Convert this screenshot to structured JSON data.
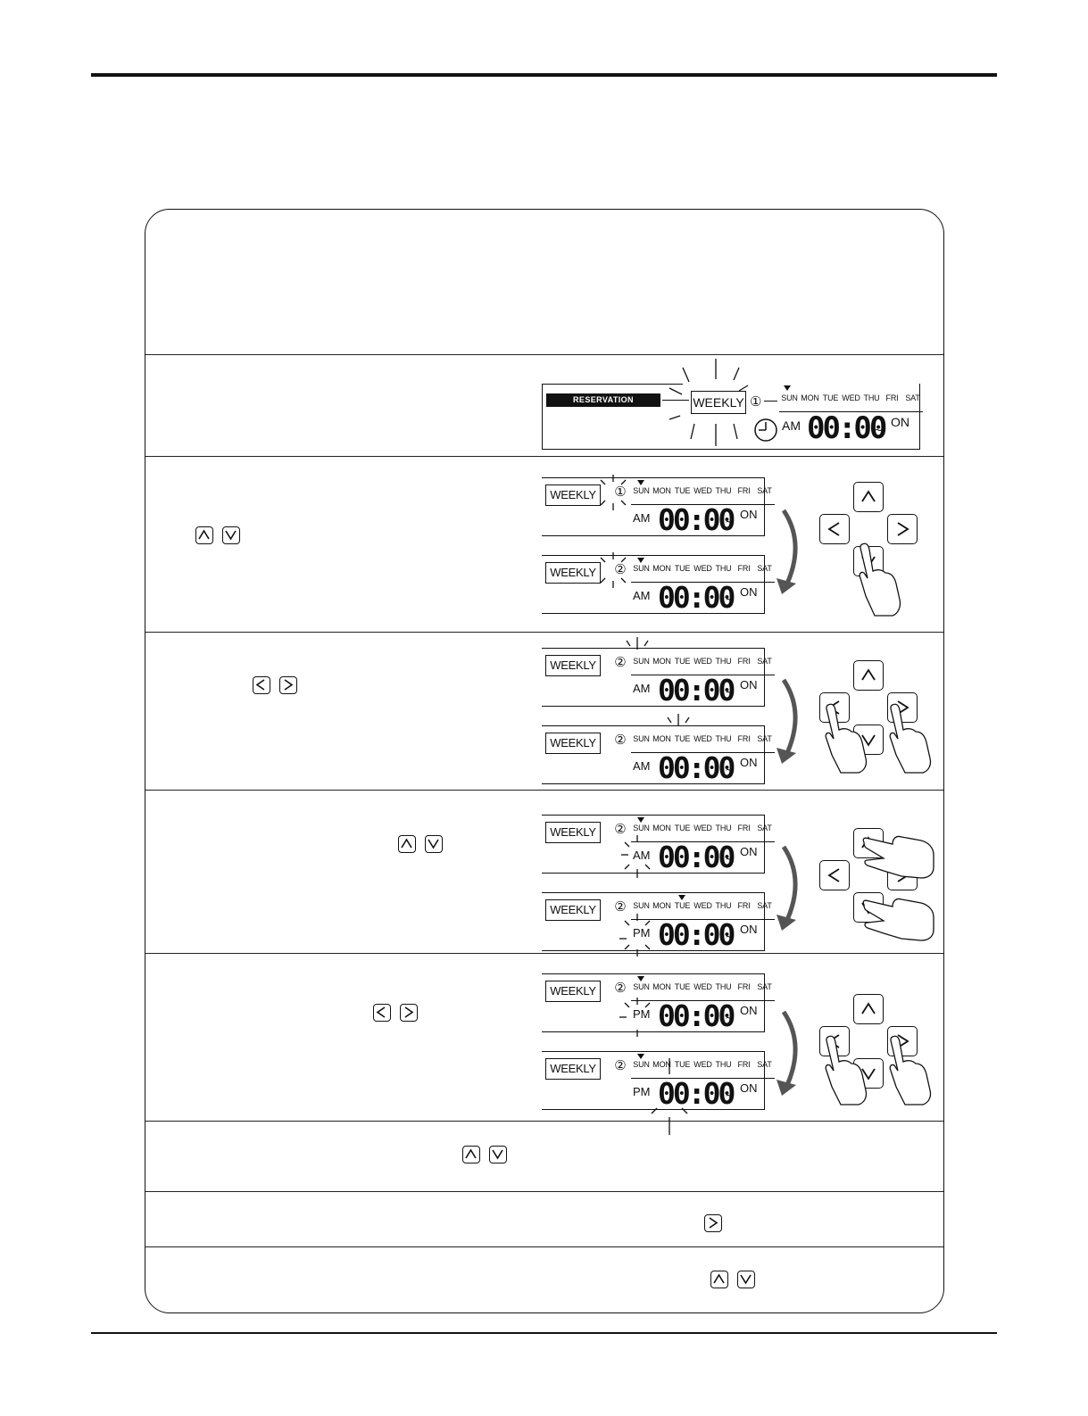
{
  "display": {
    "reservation_label": "RESERVATION",
    "weekly_label": "WEEKLY",
    "prog_1": "①",
    "prog_2": "②",
    "days": [
      "SUN",
      "MON",
      "TUE",
      "WED",
      "THU",
      "FRI",
      "SAT"
    ],
    "am": "AM",
    "pm": "PM",
    "time": "00:00",
    "tilde": "~",
    "on": "ON"
  },
  "icons": {
    "up": "up-arrow-button-icon",
    "down": "down-arrow-button-icon",
    "left": "left-arrow-button-icon",
    "right": "right-arrow-button-icon",
    "hand": "pointing-hand-icon",
    "curve_arrow": "curved-down-arrow-icon",
    "clock": "clock-icon"
  }
}
